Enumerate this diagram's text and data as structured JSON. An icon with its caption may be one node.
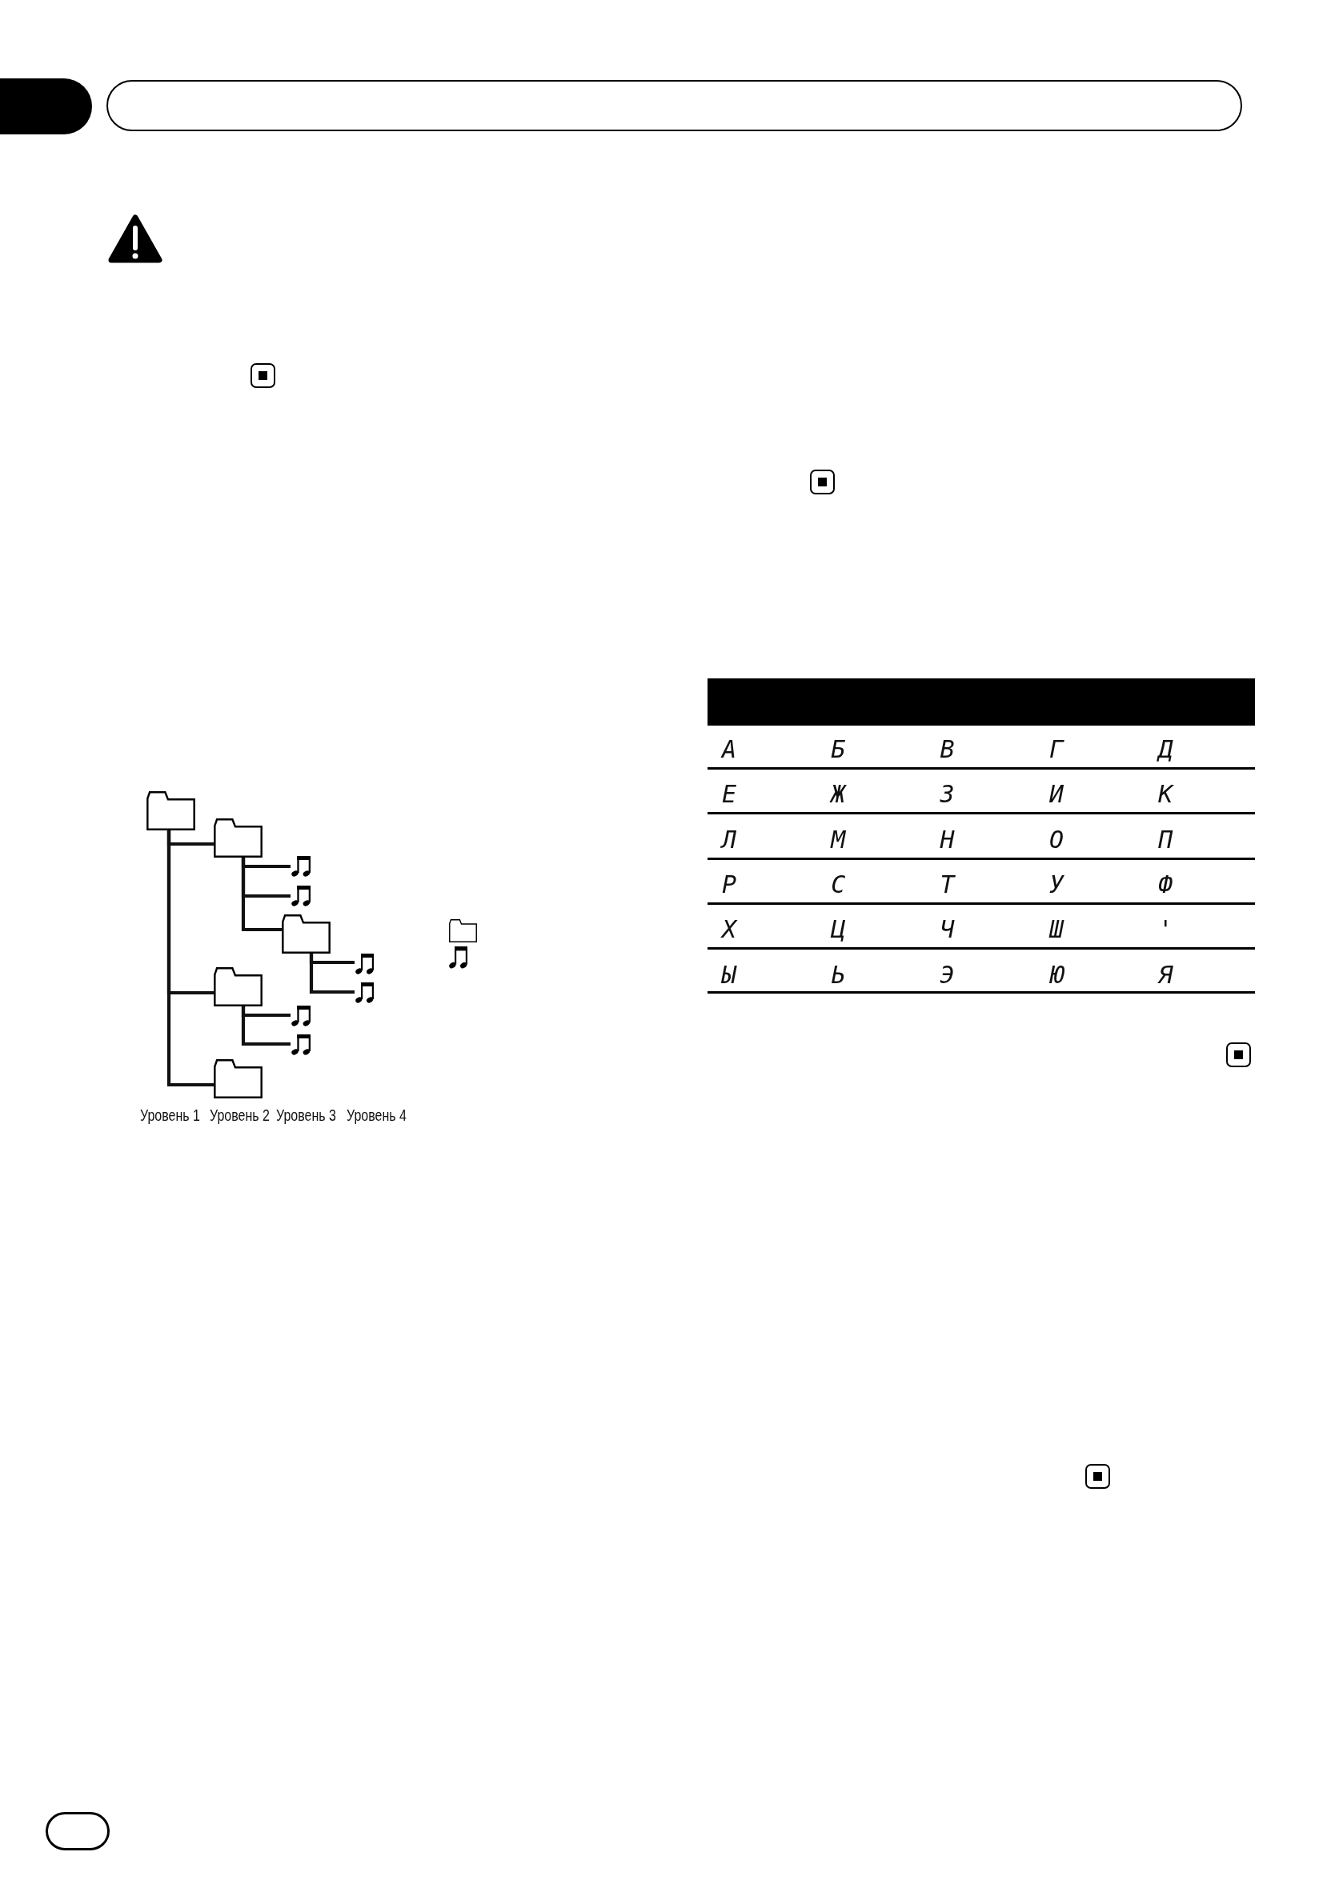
{
  "diagram": {
    "nodes": [
      {
        "text": [],
        "shape": "folder"
      },
      {
        "text": [],
        "shape": "folder"
      },
      {
        "text": [],
        "shape": "note"
      },
      {
        "text": [],
        "shape": "note"
      },
      {
        "text": [],
        "shape": "folder"
      },
      {
        "text": [],
        "shape": "note"
      },
      {
        "text": [],
        "shape": "note"
      },
      {
        "text": [],
        "shape": "folder"
      },
      {
        "text": [],
        "shape": "note"
      },
      {
        "text": [],
        "shape": "note"
      },
      {
        "text": [],
        "shape": "folder"
      },
      {
        "text": [],
        "shape": "folder"
      },
      {
        "text": [],
        "shape": "note"
      }
    ],
    "edges": [
      {
        "from": 0,
        "to": 1,
        "arrow": "none"
      },
      {
        "from": 1,
        "to": 2,
        "arrow": "none"
      },
      {
        "from": 1,
        "to": 3,
        "arrow": "none"
      },
      {
        "from": 1,
        "to": 4,
        "arrow": "none"
      },
      {
        "from": 4,
        "to": 5,
        "arrow": "none"
      },
      {
        "from": 4,
        "to": 6,
        "arrow": "none"
      },
      {
        "from": 0,
        "to": 7,
        "arrow": "none"
      },
      {
        "from": 7,
        "to": 8,
        "arrow": "none"
      },
      {
        "from": 7,
        "to": 9,
        "arrow": "none"
      },
      {
        "from": 0,
        "to": 10,
        "arrow": "none"
      }
    ],
    "labels": [
      "Уровень 1",
      "Уровень 2",
      "Уровень 3",
      "Уровень 4",
      "А",
      "Б",
      "В",
      "Г",
      "Д",
      "Е",
      "Ж",
      "З",
      "И",
      "К",
      "Л",
      "М",
      "Н",
      "О",
      "П",
      "Р",
      "С",
      "Т",
      "У",
      "Ф",
      "Х",
      "Ц",
      "Ч",
      "Ш",
      "'",
      "Ы",
      "Ь",
      "Э",
      "Ю",
      "Я"
    ]
  }
}
